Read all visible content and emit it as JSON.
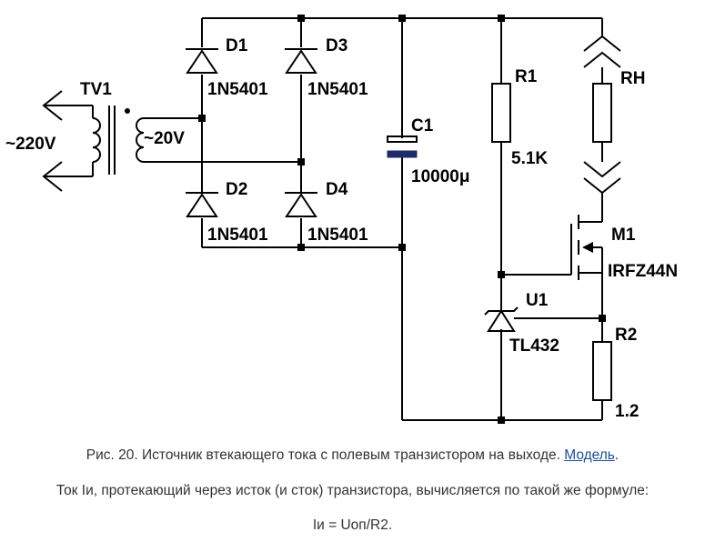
{
  "components": {
    "tv1": {
      "ref": "TV1",
      "primary": "~220V",
      "secondary": "~20V"
    },
    "d1": {
      "ref": "D1",
      "value": "1N5401"
    },
    "d2": {
      "ref": "D2",
      "value": "1N5401"
    },
    "d3": {
      "ref": "D3",
      "value": "1N5401"
    },
    "d4": {
      "ref": "D4",
      "value": "1N5401"
    },
    "c1": {
      "ref": "C1",
      "value": "10000μ"
    },
    "r1": {
      "ref": "R1",
      "value": "5.1K"
    },
    "rh": {
      "ref": "RH"
    },
    "m1": {
      "ref": "M1",
      "value": "IRFZ44N"
    },
    "u1": {
      "ref": "U1",
      "value": "TL432"
    },
    "r2": {
      "ref": "R2",
      "value": "1.2"
    }
  },
  "caption": {
    "figure_text": "Рис. 20. Источник втекающего тока с полевым транзистором на выходе.",
    "link_text": "Модель",
    "period": ".",
    "body_text": "Ток Iи, протекающий через исток (и сток) транзистора, вычисляется по такой же формуле:",
    "formula": "Iи = Uоп/R2."
  }
}
